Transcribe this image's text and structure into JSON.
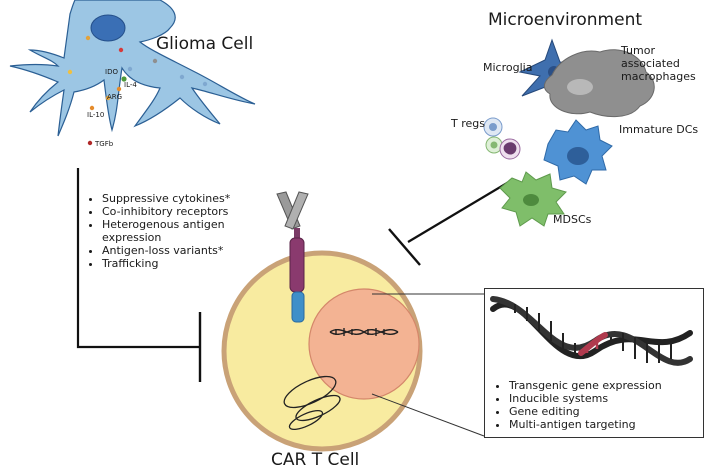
{
  "glioma": {
    "title": "Glioma Cell",
    "factors": [
      "IDO",
      "IL-4",
      "ARG",
      "IL-10",
      "TGFb"
    ]
  },
  "microenvironment": {
    "title": "Microenvironment",
    "cells": {
      "microglia": "Microglia",
      "tam": "Tumor associated macrophages",
      "tregs": "T regs",
      "immature_dcs": "Immature DCs",
      "mdscs": "MDSCs"
    }
  },
  "barriers": {
    "items": [
      "Suppressive cytokines*",
      "Co-inhibitory receptors",
      "Heterogenous antigen expression",
      "Antigen-loss variants*",
      "Trafficking"
    ]
  },
  "strategies": {
    "items": [
      "Transgenic gene expression",
      "Inducible systems",
      "Gene editing",
      "Multi-antigen targeting"
    ]
  },
  "car_t": {
    "label": "CAR T Cell"
  },
  "colors": {
    "glioma_cell": "#9cc6e4",
    "glioma_nucleus": "#3a6fb5",
    "car_t_body": "#f8eba0",
    "car_t_border": "#c9a277",
    "nucleus": "#f3b393",
    "car_receptor_purple": "#8a3a6e",
    "car_receptor_blue": "#3f8fc9",
    "dna_highlight": "#b03a4e",
    "microglia": "#3f6fae",
    "tam": "#8f8f8f",
    "immature_dc": "#4f92d4",
    "mdsc": "#7fbe6a"
  }
}
